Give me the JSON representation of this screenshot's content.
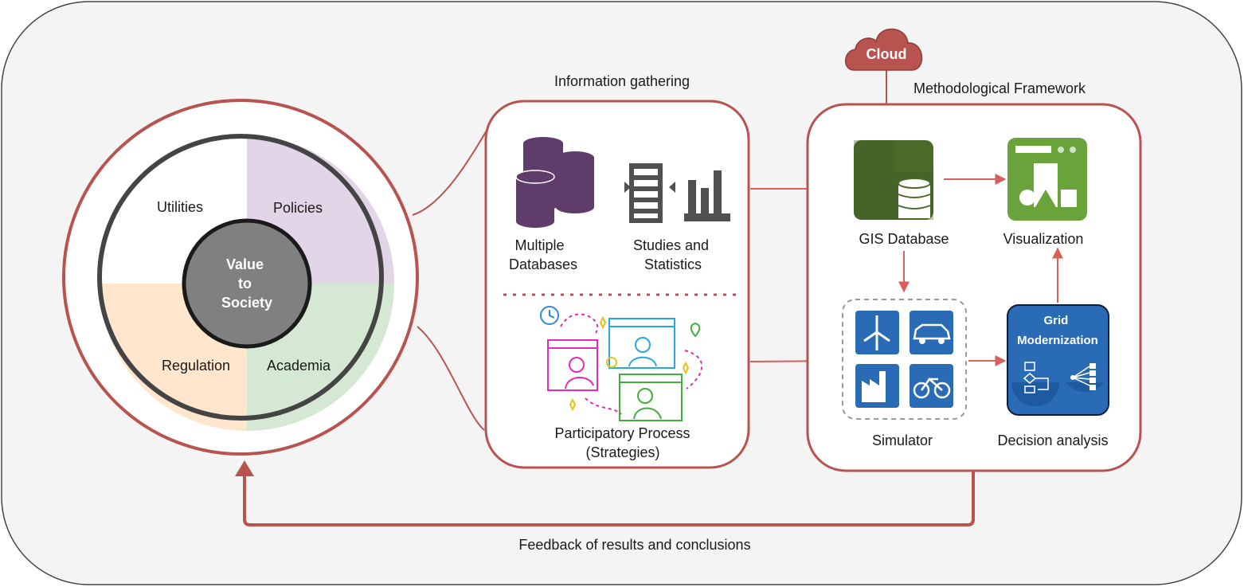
{
  "wheel": {
    "center_label": [
      "Value",
      "to",
      "Society"
    ],
    "quadrants": {
      "utilities": "Utilities",
      "policies": "Policies",
      "regulation": "Regulation",
      "academia": "Academia"
    }
  },
  "info_gathering": {
    "title": "Information gathering",
    "multiple_databases": [
      "Multiple",
      "Databases"
    ],
    "studies_statistics": [
      "Studies and",
      "Statistics"
    ],
    "participatory": [
      "Participatory Process",
      "(Strategies)"
    ]
  },
  "framework": {
    "title": "Methodological Framework",
    "cloud": "Cloud",
    "gis": "GIS Database",
    "visualization": "Visualization",
    "simulator": "Simulator",
    "grid_modernization": [
      "Grid",
      "Modernization"
    ],
    "decision_analysis": "Decision analysis"
  },
  "feedback": "Feedback of results and conclusions",
  "colors": {
    "accent_red": "#b85450",
    "arrow_red": "#d9605a",
    "policies": "#e1d5e7",
    "regulation": "#ffe6cc",
    "academia": "#d5e8d4",
    "center": "#808080",
    "db_purple": "#5e3d6b",
    "gis_green": "#4b6b2b",
    "viz_green": "#6aa33a",
    "chip_blue": "#2a6bb5"
  }
}
